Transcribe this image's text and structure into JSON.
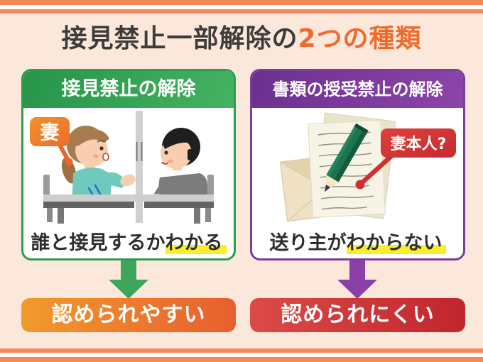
{
  "title": {
    "dark": "接見禁止一部解除の",
    "accent": "2つの種類"
  },
  "left_card": {
    "header": "接見禁止の解除",
    "bubble_label": "妻",
    "caption": {
      "plain": "誰と接見するか",
      "highlighted": "わかる"
    },
    "result": "認められやすい"
  },
  "right_card": {
    "header": "書類の授受禁止の解除",
    "bubble_label": "妻本人?",
    "caption": {
      "plain": "送り主が",
      "highlighted": "わからない"
    },
    "result": "認められにくい"
  },
  "colors": {
    "background": "#FCE8DB",
    "frame_orange": "#F8885A",
    "title_accent": "#EC6C2F",
    "card_green": "#2E9C4E",
    "card_purple": "#7A3D98",
    "arrow_green": "#3EA55D",
    "arrow_purple": "#8B3FA9",
    "result_orange_gradient": [
      "#F19B2B",
      "#E85E2F"
    ],
    "result_red_gradient": [
      "#DC4B47",
      "#BF262D"
    ],
    "highlight_yellow": "#F8EE2B",
    "bubble_orange_gradient": [
      "#F0922B",
      "#EC6E2D"
    ],
    "bubble_red_gradient": [
      "#DC403C",
      "#C82B30"
    ]
  }
}
